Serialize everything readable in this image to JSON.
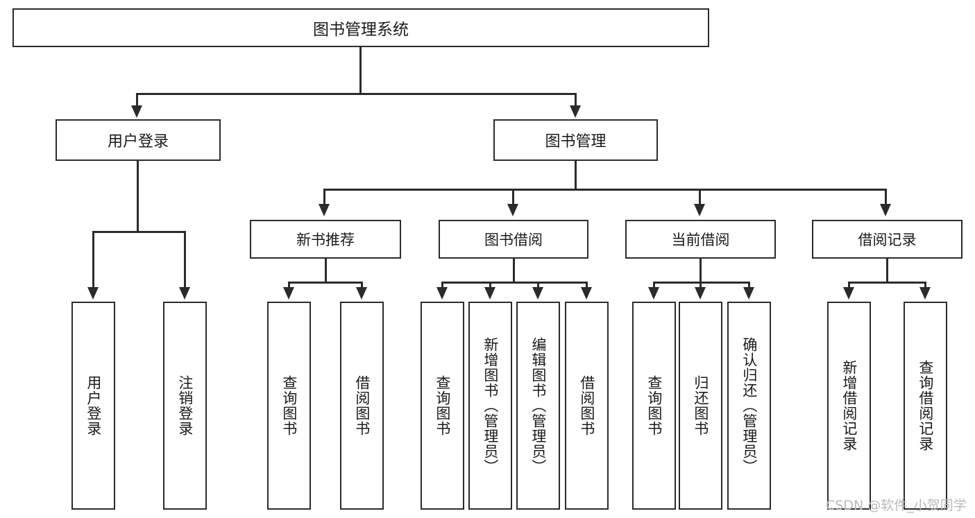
{
  "diagram": {
    "title": "图书管理系统",
    "type": "tree",
    "root": {
      "label": "图书管理系统"
    },
    "level1": [
      {
        "label": "用户登录"
      },
      {
        "label": "图书管理"
      }
    ],
    "level2": [
      {
        "label": "新书推荐",
        "parent": "图书管理"
      },
      {
        "label": "图书借阅",
        "parent": "图书管理"
      },
      {
        "label": "当前借阅",
        "parent": "图书管理"
      },
      {
        "label": "借阅记录",
        "parent": "图书管理"
      }
    ],
    "leaves": {
      "user_login": [
        {
          "label": "用户登录"
        },
        {
          "label": "注销登录"
        }
      ],
      "new_book_recommend": [
        {
          "label": "查询图书"
        },
        {
          "label": "借阅图书"
        }
      ],
      "book_borrow": [
        {
          "label": "查询图书"
        },
        {
          "label": "新增图书（管理员）"
        },
        {
          "label": "编辑图书（管理员）"
        },
        {
          "label": "借阅图书"
        }
      ],
      "current_borrow": [
        {
          "label": "查询图书"
        },
        {
          "label": "归还图书"
        },
        {
          "label": "确认归还（管理员）"
        }
      ],
      "borrow_record": [
        {
          "label": "新增借阅记录"
        },
        {
          "label": "查询借阅记录"
        }
      ]
    }
  },
  "watermark": {
    "text": "CSDN @软件_小贺同学"
  },
  "colors": {
    "stroke": "#2b2b2b",
    "fill": "#ffffff",
    "text": "#1a1a1a",
    "watermark": "#b9b9b9"
  }
}
